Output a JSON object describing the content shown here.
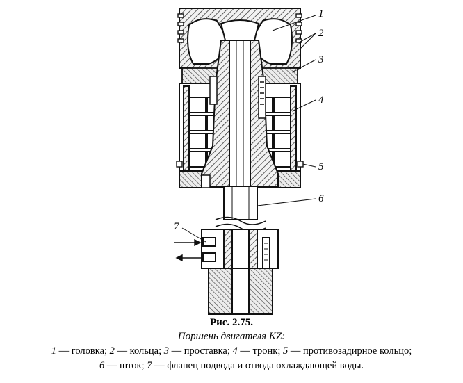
{
  "figure": {
    "number": "Рис. 2.75.",
    "title": "Поршень двигателя KZ:",
    "callouts": [
      "1",
      "2",
      "3",
      "4",
      "5",
      "6",
      "7"
    ],
    "legend": [
      {
        "num": "1",
        "text": " — головка; "
      },
      {
        "num": "2",
        "text": " — кольца; "
      },
      {
        "num": "3",
        "text": " — проставка; "
      },
      {
        "num": "4",
        "text": " — тронк; "
      },
      {
        "num": "5",
        "text": " — противозадирное кольцо;"
      },
      {
        "num": "6",
        "text": " — шток; "
      },
      {
        "num": "7",
        "text": " — фланец подвода и отвода охлаждающей воды."
      }
    ]
  }
}
